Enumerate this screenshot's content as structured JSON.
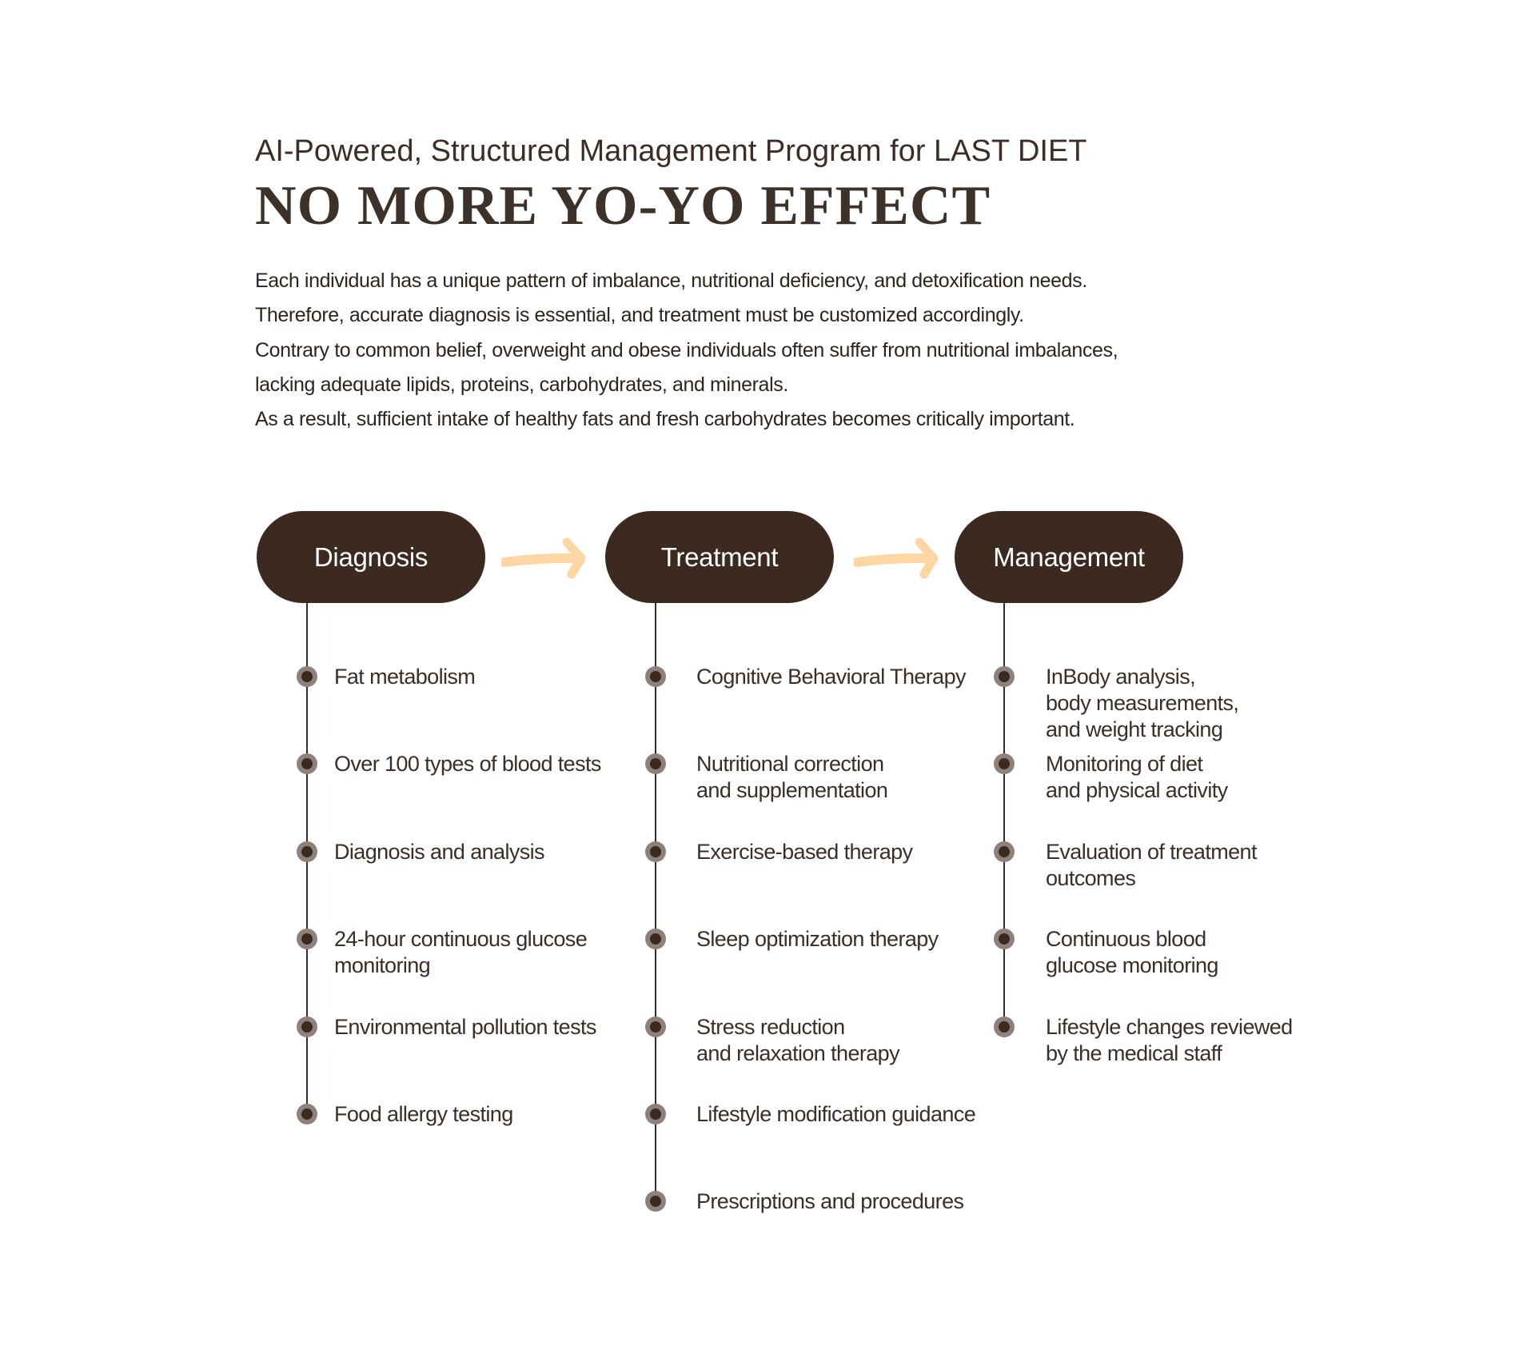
{
  "header": {
    "subtitle": "AI-Powered, Structured Management Program for LAST DIET",
    "title": "NO MORE YO-YO EFFECT"
  },
  "intro": [
    "Each individual has a unique pattern of imbalance, nutritional deficiency, and detoxification needs.",
    "Therefore, accurate diagnosis is essential, and treatment must be customized accordingly.",
    "Contrary to common belief, overweight and obese individuals often suffer from nutritional imbalances,",
    "lacking adequate lipids, proteins, carbohydrates, and minerals.",
    "As a result, sufficient intake of healthy fats and fresh carbohydrates becomes critically important."
  ],
  "colors": {
    "pill": "#3c2a20",
    "arrow": "#fdd6a3",
    "bullet_ring": "#8d827b"
  },
  "stages": [
    {
      "label": "Diagnosis",
      "items": [
        "Fat metabolism",
        "Over 100 types of blood tests",
        "Diagnosis and analysis",
        "24-hour continuous glucose\nmonitoring",
        "Environmental pollution tests",
        "Food allergy testing"
      ]
    },
    {
      "label": "Treatment",
      "items": [
        "Cognitive Behavioral Therapy",
        "Nutritional correction\nand supplementation",
        "Exercise-based therapy",
        "Sleep optimization therapy",
        "Stress reduction\nand relaxation therapy",
        "Lifestyle modification guidance",
        "Prescriptions and procedures"
      ]
    },
    {
      "label": "Management",
      "items": [
        "InBody analysis,\nbody measurements,\nand weight tracking",
        "Monitoring of diet\nand physical activity",
        "Evaluation of treatment\noutcomes",
        "Continuous blood\nglucose monitoring",
        "Lifestyle changes reviewed\nby the medical staff"
      ]
    }
  ]
}
